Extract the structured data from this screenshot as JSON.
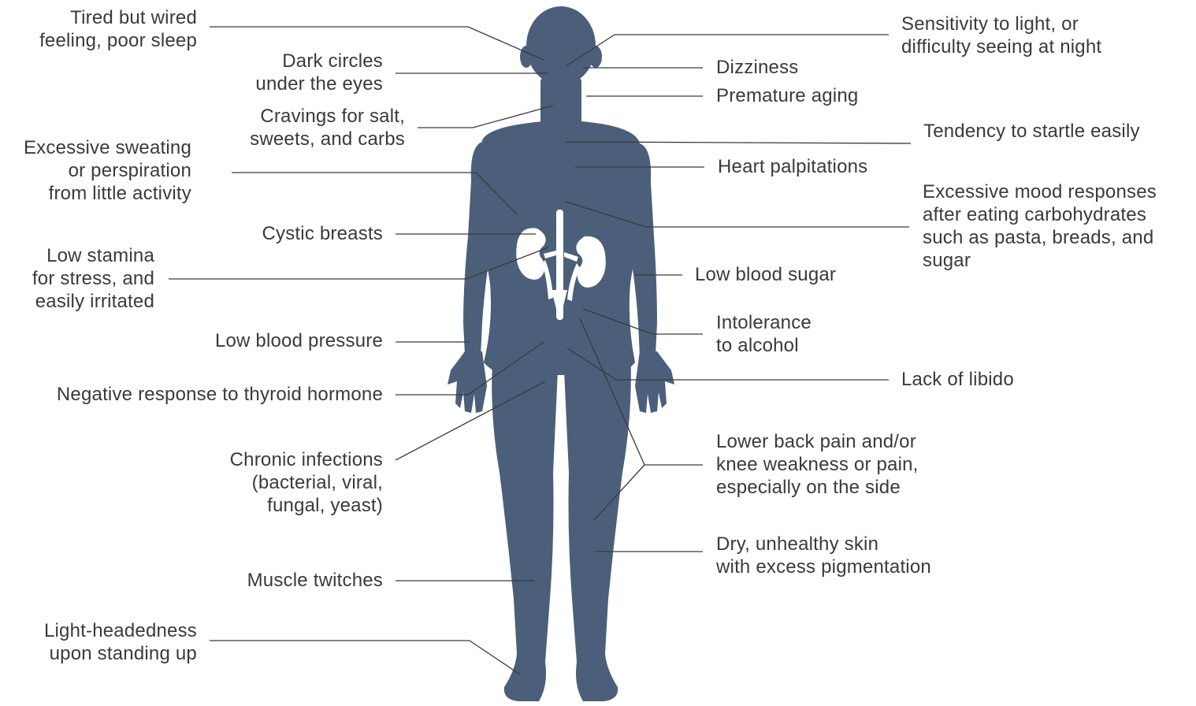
{
  "colors": {
    "body": "#4b5f7a",
    "organ": "#ffffff",
    "line": "#3a3a3a",
    "text": "#3a3a3a"
  },
  "symptoms": {
    "left": [
      "Tired but wired\nfeeling, poor sleep",
      "Dark circles\nunder the eyes",
      "Cravings for salt,\nsweets, and carbs",
      "Excessive sweating\nor perspiration\nfrom little activity",
      "Cystic breasts",
      "Low stamina\nfor stress, and\neasily irritated",
      "Low blood pressure",
      "Negative response to thyroid hormone",
      "Chronic infections\n(bacterial, viral,\nfungal, yeast)",
      "Muscle twitches",
      "Light-headedness\nupon standing up"
    ],
    "right": [
      "Sensitivity to light, or\ndifficulty seeing at night",
      "Dizziness",
      "Premature aging",
      "Tendency to startle easily",
      "Heart palpitations",
      "Excessive mood responses\nafter eating carbohydrates\nsuch as pasta, breads, and\nsugar",
      "Low blood sugar",
      "Intolerance\nto alcohol",
      "Lack of libido",
      "Lower back pain and/or\nknee weakness or pain,\nespecially on the side",
      "Dry, unhealthy skin\nwith excess pigmentation"
    ]
  }
}
